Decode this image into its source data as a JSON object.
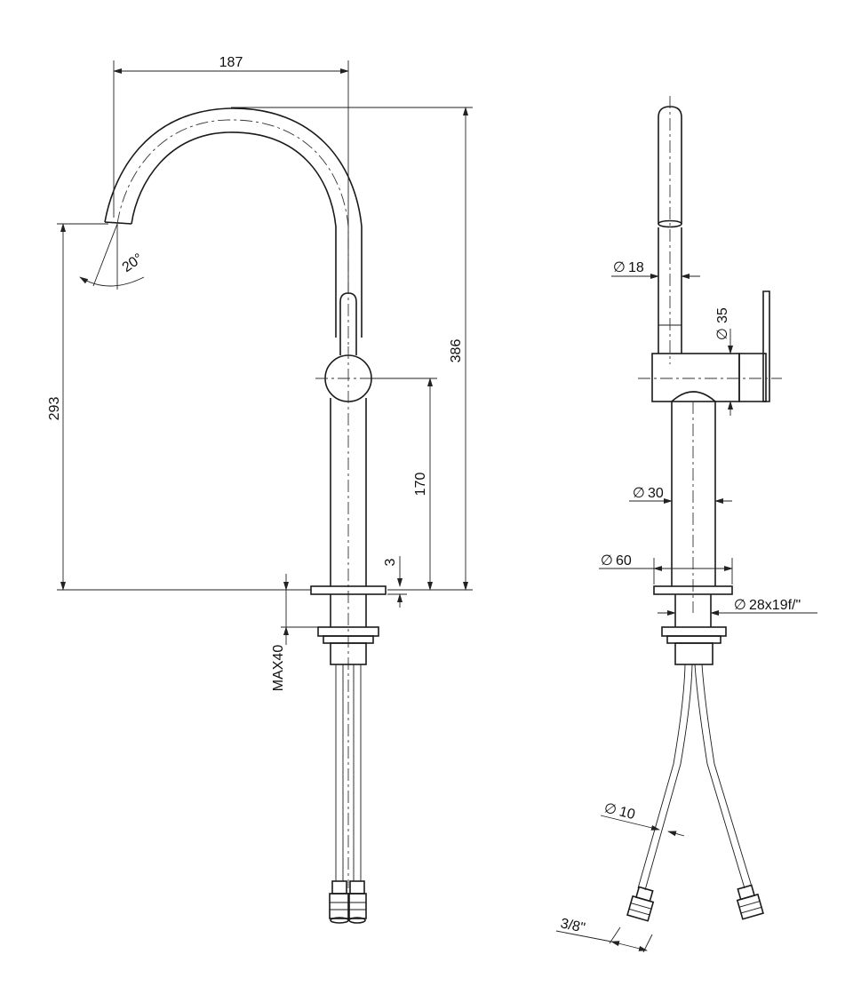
{
  "drawing": {
    "front_view": {
      "spout_reach": "187",
      "total_height": "386",
      "spout_height": "293",
      "lever_to_deck": "170",
      "flange_thickness": "3",
      "max_deck_thickness": "MAX40",
      "spout_angle": "20°"
    },
    "side_view": {
      "spout_diameter": "18",
      "lever_diameter": "35",
      "body_diameter": "30",
      "base_diameter": "60",
      "thread": "28x19f/\"",
      "hose_diameter": "10",
      "hose_connection": "3/8\""
    },
    "diameter_symbol": "∅",
    "line_color": "#1a1a1a",
    "background": "#ffffff"
  }
}
